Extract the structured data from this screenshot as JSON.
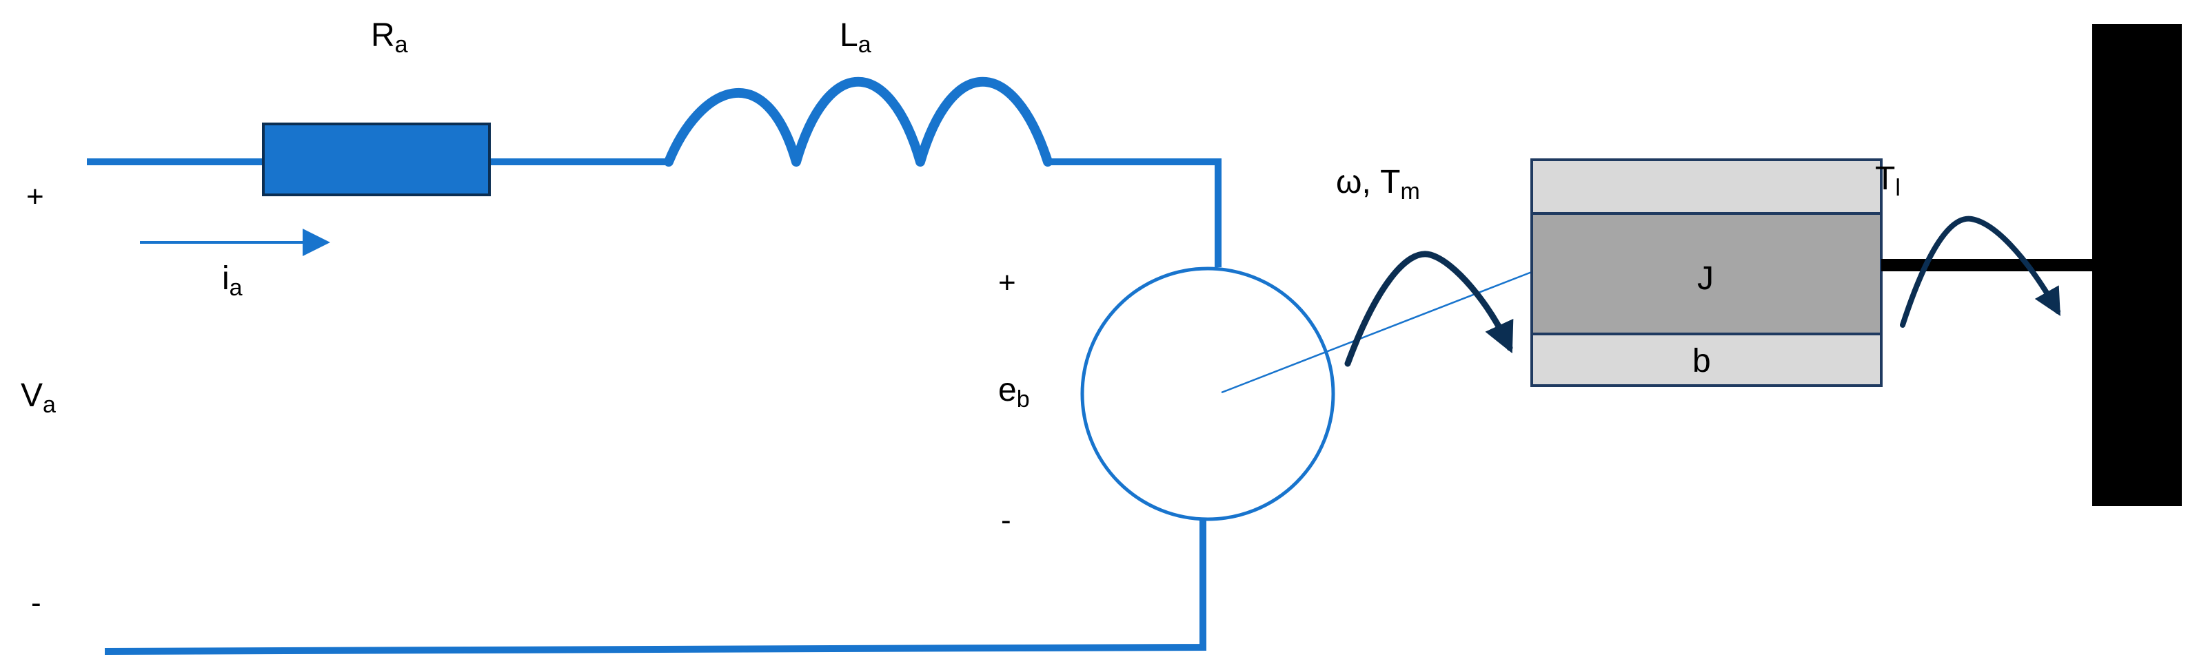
{
  "labels": {
    "resistor": {
      "main": "R",
      "sub": "a"
    },
    "inductor": {
      "main": "L",
      "sub": "a"
    },
    "current": {
      "main": "i",
      "sub": "a"
    },
    "voltage": {
      "main": "V",
      "sub": "a"
    },
    "back_emf": {
      "main": "e",
      "sub": "b"
    },
    "speed_torque": {
      "main": "ω, T",
      "sub": "m"
    },
    "load_torque": {
      "main": "T",
      "sub": "l"
    },
    "inertia": "J",
    "friction": "b",
    "plus": "+",
    "minus": "-"
  },
  "colors": {
    "wire": "#1874CD",
    "resistor_fill": "#1874CD",
    "resistor_stroke": "#0B2E52",
    "current_arrow": "#1874CD",
    "motor_circle": "#1874CD",
    "torque_arrow": "#0B2E52",
    "inertia_fill": "#A6A6A6",
    "friction_fill": "#D9D9D9",
    "box_stroke": "#1F3A60",
    "shaft": "#000000",
    "wall": "#000000"
  },
  "icons": {
    "motor": "circle-motor-icon",
    "torque_arrows": "curved-arrow-icon",
    "wall": "fixed-wall-icon"
  }
}
